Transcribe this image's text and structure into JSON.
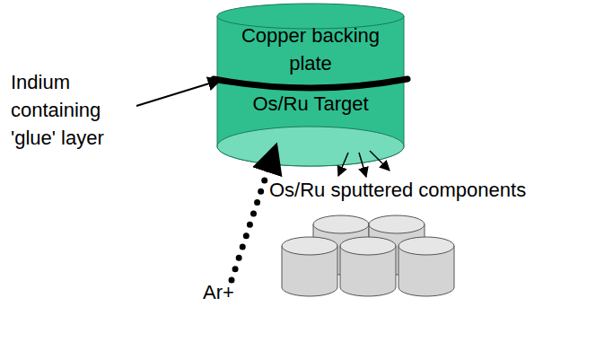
{
  "diagram": {
    "nodes": [
      {
        "text": [
          "Copper backing plate"
        ]
      },
      {
        "text": [
          "Os/Ru Target"
        ]
      }
    ],
    "labels": [
      "Indium containing 'glue' layer",
      "Ar+",
      "Os/Ru sputtered components"
    ]
  }
}
